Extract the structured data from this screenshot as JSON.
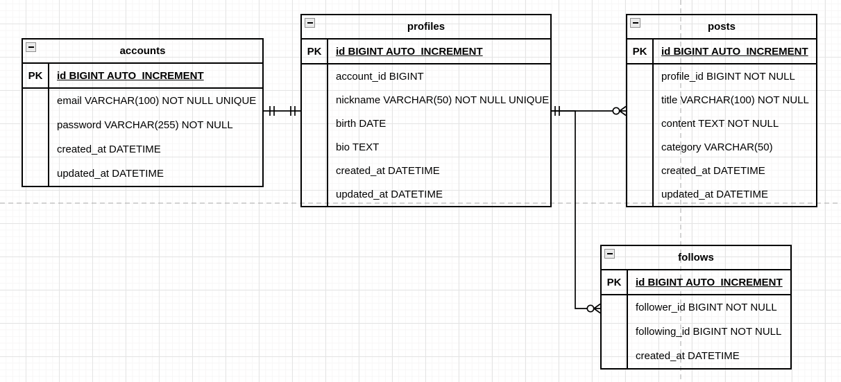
{
  "canvas": {
    "background_color": "#ffffff",
    "grid_minor_color": "#f7f6f6",
    "grid_major_color": "#e4e4e4",
    "page_boundary_color": "#a9a9a9",
    "line_color": "#000000"
  },
  "diagram": {
    "type": "entity-relationship",
    "tables": [
      {
        "title": "accounts",
        "collapse_icon": "minus-box",
        "pk_label": "PK",
        "pk_field": "id BIGINT AUTO_INCREMENT",
        "fields": [
          "email VARCHAR(100) NOT NULL UNIQUE",
          "password VARCHAR(255) NOT NULL",
          "created_at DATETIME",
          "updated_at DATETIME"
        ]
      },
      {
        "title": "profiles",
        "collapse_icon": "minus-box",
        "pk_label": "PK",
        "pk_field": "id BIGINT AUTO_INCREMENT",
        "fields": [
          "account_id BIGINT",
          "nickname VARCHAR(50) NOT NULL UNIQUE",
          "birth DATE",
          "bio TEXT",
          "created_at DATETIME",
          "updated_at DATETIME"
        ]
      },
      {
        "title": "posts",
        "collapse_icon": "minus-box",
        "pk_label": "PK",
        "pk_field": "id BIGINT AUTO_INCREMENT",
        "fields": [
          "profile_id BIGINT NOT NULL",
          "title VARCHAR(100) NOT NULL",
          "content TEXT NOT NULL",
          "category VARCHAR(50)",
          "created_at DATETIME",
          "updated_at DATETIME"
        ]
      },
      {
        "title": "follows",
        "collapse_icon": "minus-box",
        "pk_label": "PK",
        "pk_field": "id BIGINT AUTO_INCREMENT",
        "fields": [
          "follower_id BIGINT NOT NULL",
          "following_id BIGINT NOT NULL",
          "created_at DATETIME"
        ]
      }
    ],
    "relationships": [
      {
        "from": "accounts",
        "to": "profiles",
        "from_cardinality": "exactly-one",
        "to_cardinality": "exactly-one"
      },
      {
        "from": "profiles",
        "to": "posts",
        "from_cardinality": "exactly-one",
        "to_cardinality": "zero-or-many"
      },
      {
        "from": "profiles",
        "to": "follows",
        "from_cardinality": "exactly-one",
        "to_cardinality": "zero-or-many"
      }
    ]
  }
}
